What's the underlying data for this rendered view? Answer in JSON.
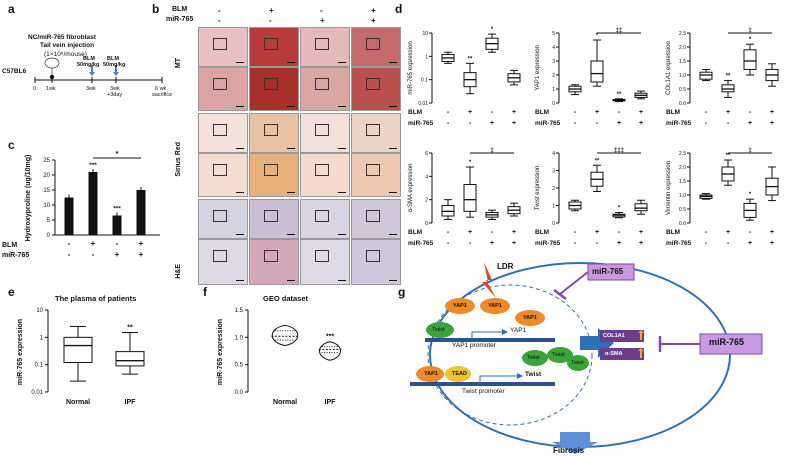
{
  "panels": {
    "a": {
      "letter": "a",
      "title_line1": "NC/miR-765 fibroblast",
      "title_line2": "Tail vein injection",
      "title_line3": "(1×10⁶/mouse)",
      "strain": "C57BL6",
      "blm1": "BLM",
      "blm1_dose": "50mg/kg",
      "blm2": "BLM",
      "blm2_dose": "50mg/kg",
      "t0": "0",
      "t1": "1wk",
      "t3": "3wk",
      "t3b": "3wk",
      "t3b_2": "+3day",
      "t6": "6 wk",
      "t6_2": "sacrifice"
    },
    "b": {
      "letter": "b",
      "blm_label": "BLM",
      "mir_label": "miR-765",
      "blm_signs": [
        "-",
        "+",
        "-",
        "+"
      ],
      "mir_signs": [
        "-",
        "-",
        "+",
        "+"
      ],
      "row_labels": [
        "MT",
        "Sirius Red",
        "H&E"
      ]
    },
    "c": {
      "letter": "c",
      "ylabel": "Hydroxyproline (ug/10mg)",
      "blm_label": "BLM",
      "mir_label": "miR-765",
      "blm_signs": [
        "-",
        "+",
        "-",
        "+"
      ],
      "mir_signs": [
        "-",
        "-",
        "+",
        "+"
      ],
      "sig_labels": [
        "",
        "***",
        "***",
        ""
      ],
      "bracket_sig": "*"
    },
    "d": {
      "letter": "d",
      "blm_label": "BLM",
      "mir_label": "miR-765",
      "blm_signs": [
        "-",
        "+",
        "-",
        "+"
      ],
      "mir_signs": [
        "-",
        "-",
        "+",
        "+"
      ]
    },
    "e": {
      "letter": "e",
      "title": "The plasma of patients",
      "ylabel": "miR-765 expression",
      "groups": [
        "Normal",
        "IPF"
      ],
      "sig": "**"
    },
    "f": {
      "letter": "f",
      "title": "GEO dataset",
      "ylabel": "miR-765 expression",
      "groups": [
        "Normal",
        "IPF"
      ],
      "sig": "***"
    },
    "g": {
      "letter": "g",
      "ldr": "LDR",
      "mir_top": "miR-765",
      "mir_right": "miR-765",
      "yap1": "YAP1",
      "twist": "Twist",
      "tead": "TEAD",
      "yap1_promoter": "YAP1 promoter",
      "twist_promoter": "Twist promoter",
      "col1a1": "COL1A1",
      "asma": "α-SMA",
      "fibrosis": "Fibrosis"
    }
  },
  "chart_data": [
    {
      "panel": "c",
      "type": "bar",
      "categories": [
        "BLM- miR-765-",
        "BLM+ miR-765-",
        "BLM- miR-765+",
        "BLM+ miR-765+"
      ],
      "values": [
        12.5,
        21,
        6.5,
        15
      ],
      "ylabel": "Hydroxyproline (ug/10mg)",
      "ylim": [
        0,
        25
      ],
      "yticks": [
        0,
        5,
        10,
        15,
        20,
        25
      ]
    },
    {
      "panel": "d1",
      "type": "box",
      "ylabel": "miR-765 expression",
      "scale": "log",
      "yticks": [
        "0.01",
        "0.1",
        "1",
        "10"
      ],
      "boxes": [
        {
          "q1": 0.6,
          "med": 0.85,
          "q3": 1.2,
          "min": 0.5,
          "max": 1.5
        },
        {
          "q1": 0.05,
          "med": 0.1,
          "q3": 0.2,
          "min": 0.025,
          "max": 0.5
        },
        {
          "q1": 2.0,
          "med": 3.5,
          "q3": 6,
          "min": 1.5,
          "max": 9
        },
        {
          "q1": 0.08,
          "med": 0.12,
          "q3": 0.18,
          "min": 0.06,
          "max": 0.25
        }
      ],
      "sig": [
        "",
        "**",
        "*",
        ""
      ]
    },
    {
      "panel": "d2",
      "type": "box",
      "ylabel": "YAP1 expression",
      "yticks": [
        "0",
        "1",
        "2",
        "3",
        "4",
        "5"
      ],
      "boxes": [
        {
          "q1": 0.8,
          "med": 1.0,
          "q3": 1.2,
          "min": 0.6,
          "max": 1.3
        },
        {
          "q1": 1.5,
          "med": 2.1,
          "q3": 3.0,
          "min": 1.2,
          "max": 4.5
        },
        {
          "q1": 0.15,
          "med": 0.2,
          "q3": 0.25,
          "min": 0.1,
          "max": 0.3
        },
        {
          "q1": 0.4,
          "med": 0.55,
          "q3": 0.7,
          "min": 0.3,
          "max": 0.85
        }
      ],
      "sig": [
        "",
        "*",
        "**",
        ""
      ],
      "bracket_sig": "‡‡"
    },
    {
      "panel": "d3",
      "type": "box",
      "ylabel": "COL1A1 expression",
      "yticks": [
        "0.0",
        "0.5",
        "1.0",
        "1.5",
        "2.0",
        "2.5"
      ],
      "boxes": [
        {
          "q1": 0.85,
          "med": 1.0,
          "q3": 1.1,
          "min": 0.8,
          "max": 1.2
        },
        {
          "q1": 0.4,
          "med": 0.5,
          "q3": 0.65,
          "min": 0.2,
          "max": 0.8
        },
        {
          "q1": 1.2,
          "med": 1.5,
          "q3": 1.9,
          "min": 1.0,
          "max": 2.1
        },
        {
          "q1": 0.8,
          "med": 1.0,
          "q3": 1.2,
          "min": 0.6,
          "max": 1.4
        }
      ],
      "sig": [
        "",
        "**",
        "*",
        ""
      ],
      "bracket_sig": "‡"
    },
    {
      "panel": "d4",
      "type": "box",
      "ylabel": "α-SMA expression",
      "yticks": [
        "0",
        "2",
        "4",
        "6"
      ],
      "boxes": [
        {
          "q1": 0.6,
          "med": 1.0,
          "q3": 1.5,
          "min": 0.3,
          "max": 2.0
        },
        {
          "q1": 1.0,
          "med": 2.0,
          "q3": 3.3,
          "min": 0.5,
          "max": 4.8
        },
        {
          "q1": 0.5,
          "med": 0.7,
          "q3": 0.9,
          "min": 0.3,
          "max": 1.1
        },
        {
          "q1": 0.8,
          "med": 1.1,
          "q3": 1.4,
          "min": 0.6,
          "max": 1.7
        }
      ],
      "sig": [
        "",
        "*",
        "",
        ""
      ],
      "bracket_sig": "‡"
    },
    {
      "panel": "d5",
      "type": "box",
      "ylabel": "Twist expression",
      "yticks": [
        "0",
        "1",
        "2",
        "3",
        "4"
      ],
      "boxes": [
        {
          "q1": 0.8,
          "med": 1.0,
          "q3": 1.2,
          "min": 0.7,
          "max": 1.3
        },
        {
          "q1": 2.1,
          "med": 2.5,
          "q3": 2.9,
          "min": 1.8,
          "max": 3.3
        },
        {
          "q1": 0.35,
          "med": 0.45,
          "q3": 0.5,
          "min": 0.3,
          "max": 0.6
        },
        {
          "q1": 0.7,
          "med": 0.85,
          "q3": 1.1,
          "min": 0.5,
          "max": 1.3
        }
      ],
      "sig": [
        "",
        "**",
        "*",
        ""
      ],
      "bracket_sig": "‡‡‡"
    },
    {
      "panel": "d6",
      "type": "box",
      "ylabel": "Vimentin expression",
      "yticks": [
        "0.0",
        "0.5",
        "1.0",
        "1.5",
        "2.0",
        "2.5"
      ],
      "boxes": [
        {
          "q1": 0.88,
          "med": 0.95,
          "q3": 1.0,
          "min": 0.85,
          "max": 1.05
        },
        {
          "q1": 1.5,
          "med": 1.75,
          "q3": 2.0,
          "min": 1.35,
          "max": 2.25
        },
        {
          "q1": 0.2,
          "med": 0.45,
          "q3": 0.7,
          "min": 0.1,
          "max": 0.85
        },
        {
          "q1": 1.0,
          "med": 1.3,
          "q3": 1.6,
          "min": 0.8,
          "max": 2.0
        }
      ],
      "sig": [
        "",
        "**",
        "*",
        ""
      ],
      "bracket_sig": "‡"
    },
    {
      "panel": "e",
      "type": "box",
      "scale": "log",
      "ylabel": "miR-765 expression",
      "yticks": [
        "0.01",
        "0.1",
        "1",
        "10"
      ],
      "categories": [
        "Normal",
        "IPF"
      ],
      "boxes": [
        {
          "q1": 0.12,
          "med": 0.5,
          "q3": 1.0,
          "min": 0.025,
          "max": 2.5
        },
        {
          "q1": 0.09,
          "med": 0.14,
          "q3": 0.3,
          "min": 0.045,
          "max": 1.5
        }
      ]
    },
    {
      "panel": "f",
      "type": "violin",
      "ylabel": "miR-765 expression",
      "yticks": [
        "0.0",
        "0.5",
        "1.0",
        "1.5"
      ],
      "categories": [
        "Normal",
        "IPF"
      ],
      "violins": [
        {
          "min": 0.85,
          "q1": 0.95,
          "med": 1.02,
          "q3": 1.12,
          "max": 1.22
        },
        {
          "min": 0.58,
          "q1": 0.72,
          "med": 0.78,
          "q3": 0.83,
          "max": 0.92
        }
      ]
    }
  ]
}
